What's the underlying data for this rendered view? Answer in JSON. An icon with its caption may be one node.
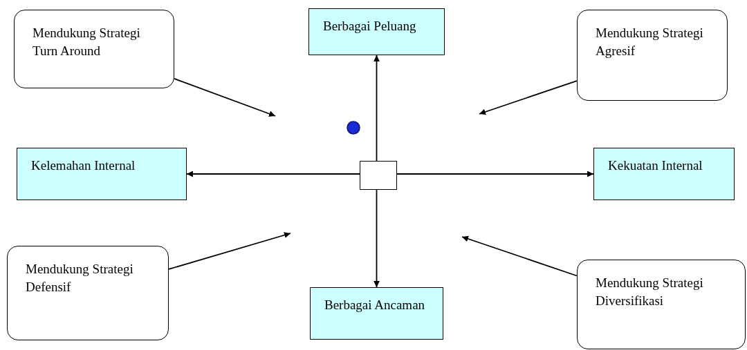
{
  "diagram": {
    "nodes": [
      {
        "text": [
          "Mendukung Strategi Turn Around"
        ]
      },
      {
        "text": [
          "Berbagai Peluang"
        ]
      },
      {
        "text": [
          "Mendukung Strategi Agresif"
        ]
      },
      {
        "text": [
          "Kelemahan Internal"
        ]
      },
      {
        "text": [],
        "shape": "box"
      },
      {
        "text": [
          "Kekuatan Internal"
        ]
      },
      {
        "text": [
          "Mendukung Strategi Defensif"
        ]
      },
      {
        "text": [
          "Berbagai Ancaman"
        ]
      },
      {
        "text": [
          "Mendukung Strategi Diversifikasi"
        ]
      }
    ],
    "edges": [
      {
        "from": 4,
        "to": 1,
        "arrow": "to"
      },
      {
        "from": 4,
        "to": 3,
        "arrow": "to"
      },
      {
        "from": 4,
        "to": 5,
        "arrow": "to"
      },
      {
        "from": 4,
        "to": 7,
        "arrow": "to"
      },
      {
        "from": 0,
        "to": null,
        "arrow": "to"
      },
      {
        "from": 2,
        "to": null,
        "arrow": "to"
      },
      {
        "from": 6,
        "to": null,
        "arrow": "to"
      },
      {
        "from": 8,
        "to": null,
        "arrow": "to"
      }
    ]
  }
}
